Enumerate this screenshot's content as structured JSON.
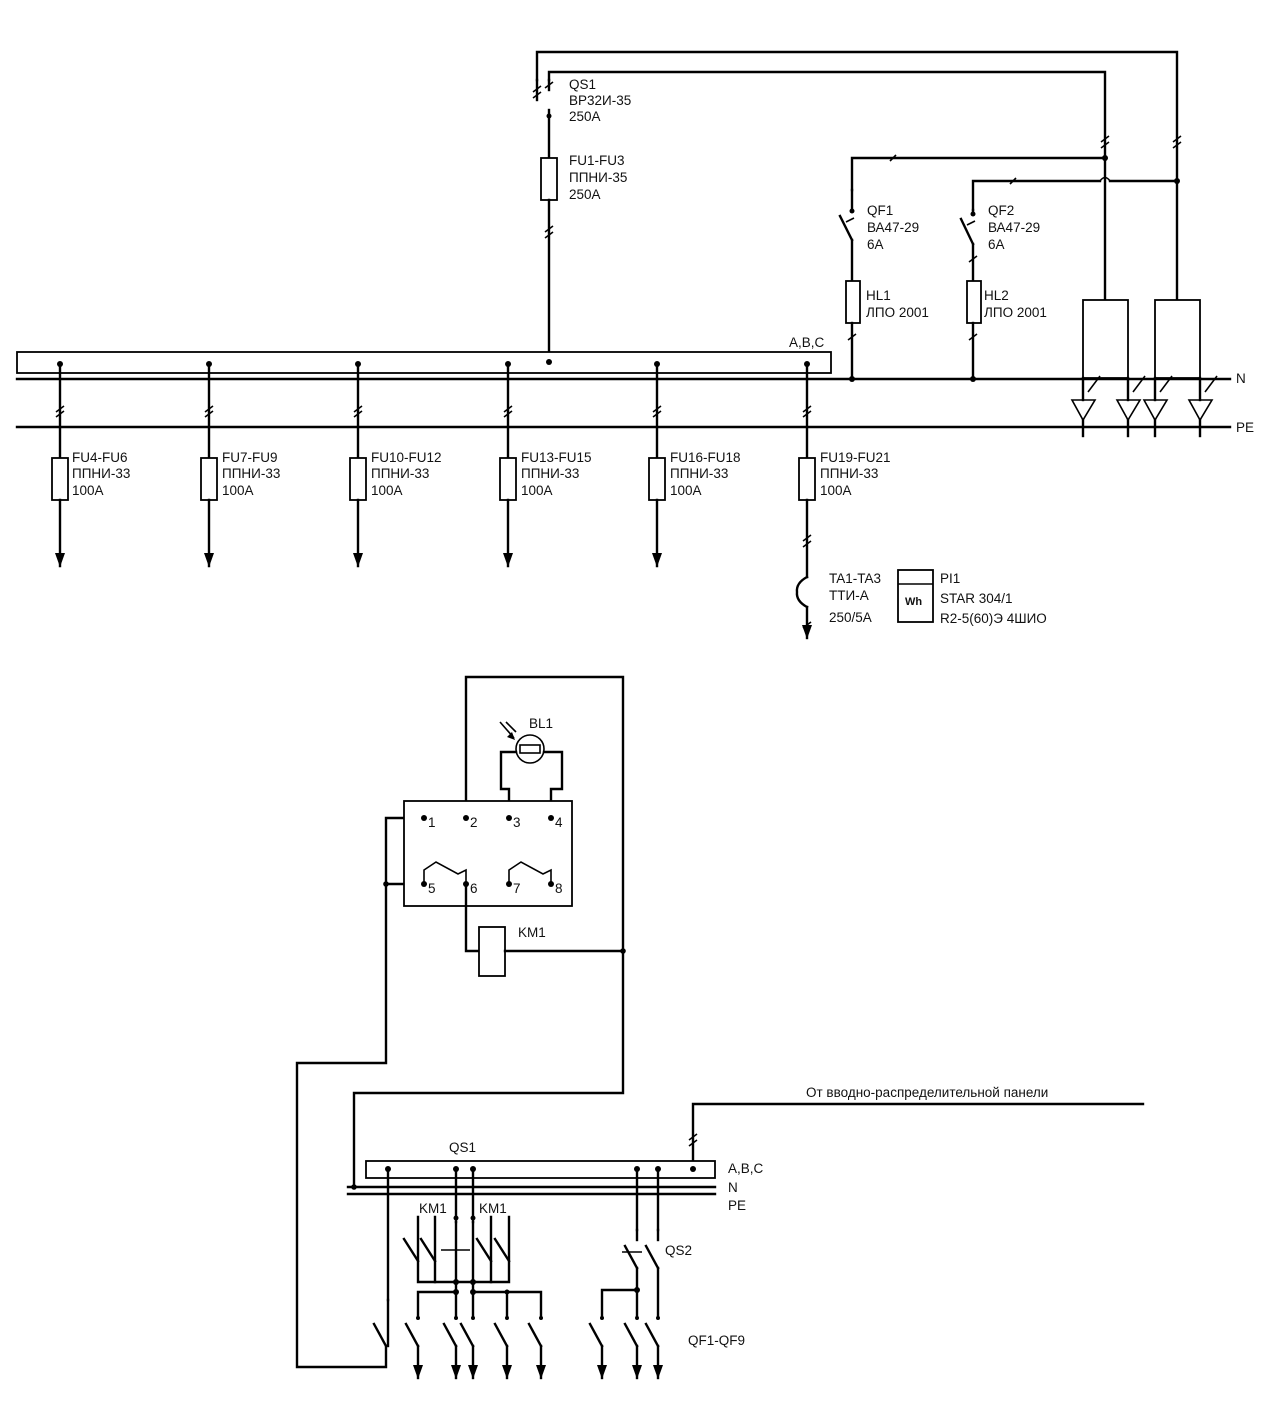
{
  "upper": {
    "qs1": {
      "label": "QS1",
      "model": "ВР32И-35",
      "rating": "250А"
    },
    "fu_main": {
      "label": "FU1-FU3",
      "model": "ППНИ-35",
      "rating": "250А"
    },
    "qf1": {
      "label": "QF1",
      "model": "ВА47-29",
      "rating": "6А"
    },
    "qf2": {
      "label": "QF2",
      "model": "ВА47-29",
      "rating": "6А"
    },
    "hl1": {
      "label": "HL1",
      "model": "ЛПО 2001"
    },
    "hl2": {
      "label": "HL2",
      "model": "ЛПО 2001"
    },
    "bus_label": "A,B,C",
    "n_label": "N",
    "pe_label": "PE",
    "feeders": [
      {
        "label": "FU4-FU6",
        "model": "ППНИ-33",
        "rating": "100А"
      },
      {
        "label": "FU7-FU9",
        "model": "ППНИ-33",
        "rating": "100А"
      },
      {
        "label": "FU10-FU12",
        "model": "ППНИ-33",
        "rating": "100А"
      },
      {
        "label": "FU13-FU15",
        "model": "ППНИ-33",
        "rating": "100А"
      },
      {
        "label": "FU16-FU18",
        "model": "ППНИ-33",
        "rating": "100А"
      },
      {
        "label": "FU19-FU21",
        "model": "ППНИ-33",
        "rating": "100А"
      }
    ],
    "ta": {
      "label": "TA1-TA3",
      "model": "ТТИ-А",
      "rating": "250/5А"
    },
    "meter": {
      "label": "PI1",
      "model": "STAR 304/1",
      "spec": "R2-5(60)Э 4ШИО"
    }
  },
  "lower": {
    "bl1": "BL1",
    "terminals": [
      "1",
      "2",
      "3",
      "4",
      "5",
      "6",
      "7",
      "8"
    ],
    "km1": "KM1",
    "km1_contacts": [
      "KM1",
      "KM1"
    ],
    "qs1": "QS1",
    "qs2": "QS2",
    "qf_group": "QF1-QF9",
    "source_text": "От вводно-распределительной панели",
    "bus_labels": [
      "A,B,C",
      "N",
      "PE"
    ]
  }
}
